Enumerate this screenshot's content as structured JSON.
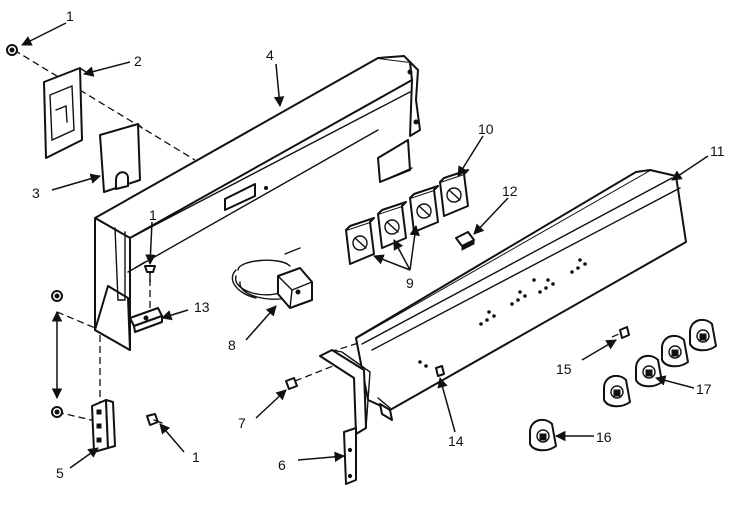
{
  "callouts": {
    "c1_top": "1",
    "c2": "2",
    "c3": "3",
    "c4": "4",
    "c1_mid": "1",
    "c5": "5",
    "c1_bottom": "1",
    "c6": "6",
    "c7": "7",
    "c8": "8",
    "c9": "9",
    "c10": "10",
    "c11": "11",
    "c12": "12",
    "c13": "13",
    "c14": "14",
    "c15": "15",
    "c16": "16",
    "c17": "17"
  },
  "colors": {
    "line": "#111111",
    "background": "#ffffff"
  }
}
